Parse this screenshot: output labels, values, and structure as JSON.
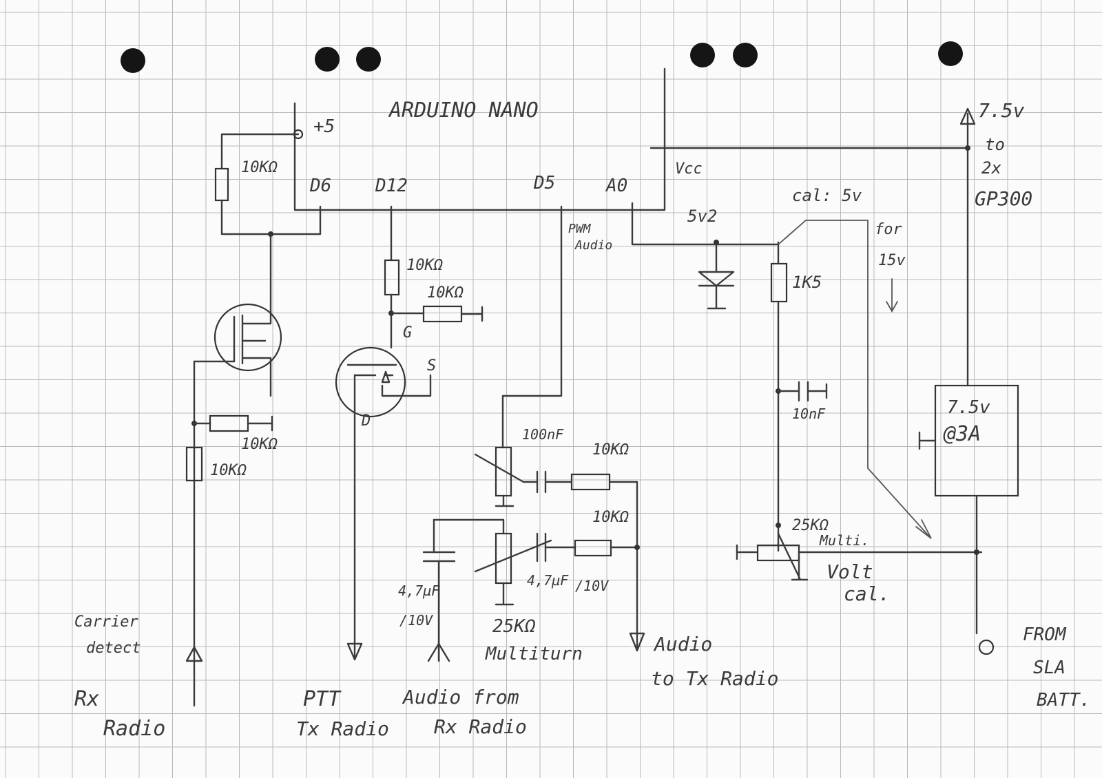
{
  "title": "ARDUINO NANO",
  "power": {
    "plus5": "+5",
    "vcc": "Vcc",
    "v75": "7.5v",
    "to": "to",
    "x2": "2x",
    "gp300": "GP300"
  },
  "pins": {
    "d6": "D6",
    "d12": "D12",
    "d5": "D5",
    "a0": "A0"
  },
  "labels": {
    "pwm_audio_1": "PWM",
    "pwm_audio_2": "Audio",
    "zener": "5v2",
    "cal": "cal: 5v",
    "for": "for",
    "v15": "15v",
    "gate": "G",
    "source": "S",
    "drain": "D",
    "reg_1": "7.5v",
    "reg_2": "@3A",
    "volt_cal_1": "Volt",
    "volt_cal_2": "cal.",
    "multiturn_1": "25KΩ",
    "multiturn_2": "Multiturn",
    "multi_1": "25KΩ",
    "multi_2": "Multi.",
    "cap1": "100nF",
    "cap2": "10nF",
    "cap3_1": "4,7µF",
    "cap3_2": "/10V",
    "cap4_1": "4,7µF",
    "cap4_2": "/10V",
    "r1": "10KΩ",
    "r2": "10KΩ",
    "r3": "10KΩ",
    "r4": "10KΩ",
    "r5": "10KΩ",
    "r6": "10KΩ",
    "r7": "10KΩ",
    "r8": "1K5"
  },
  "bottom": {
    "carrier_1": "Carrier",
    "carrier_2": "detect",
    "rx_1": "Rx",
    "rx_2": "Radio",
    "ptt_1": "PTT",
    "ptt_2": "Tx Radio",
    "audio_from_1": "Audio from",
    "audio_from_2": "Rx Radio",
    "audio_to_1": "Audio",
    "audio_to_2": "to Tx Radio",
    "from_1": "FROM",
    "from_2": "SLA",
    "from_3": "BATT."
  }
}
